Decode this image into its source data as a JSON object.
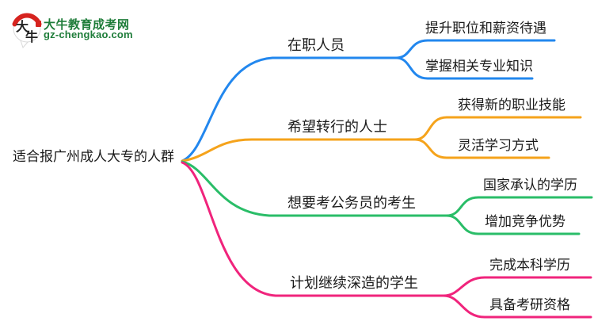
{
  "logo": {
    "title": "大牛教育成考网",
    "subtitle": "gz-chengkao.com",
    "badge_char_top": "大",
    "badge_char_bottom": "牛",
    "brand_green": "#1F7D3A",
    "badge_red": "#D6231F"
  },
  "root": {
    "label": "适合报广州成人大专的人群"
  },
  "branches": [
    {
      "label": "在职人员",
      "color": "#2287EE",
      "children": [
        {
          "label": "提升职位和薪资待遇"
        },
        {
          "label": "掌握相关专业知识"
        }
      ]
    },
    {
      "label": "希望转行的人士",
      "color": "#F5A31B",
      "children": [
        {
          "label": "获得新的职业技能"
        },
        {
          "label": "灵活学习方式"
        }
      ]
    },
    {
      "label": "想要考公务员的考生",
      "color": "#2ABD68",
      "children": [
        {
          "label": "国家承认的学历"
        },
        {
          "label": "增加竞争优势"
        }
      ]
    },
    {
      "label": "计划继续深造的学生",
      "color": "#F0247C",
      "children": [
        {
          "label": "完成本科学历"
        },
        {
          "label": "具备考研资格"
        }
      ]
    }
  ]
}
